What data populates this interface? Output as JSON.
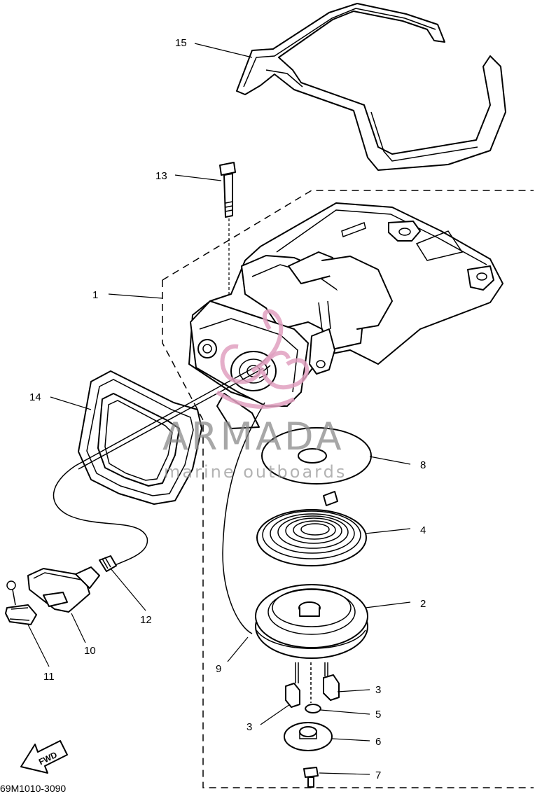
{
  "diagram": {
    "part_labels": [
      {
        "id": "p1",
        "text": "1"
      },
      {
        "id": "p2",
        "text": "2"
      },
      {
        "id": "p3a",
        "text": "3"
      },
      {
        "id": "p3b",
        "text": "3"
      },
      {
        "id": "p4",
        "text": "4"
      },
      {
        "id": "p5",
        "text": "5"
      },
      {
        "id": "p6",
        "text": "6"
      },
      {
        "id": "p7",
        "text": "7"
      },
      {
        "id": "p8",
        "text": "8"
      },
      {
        "id": "p9",
        "text": "9"
      },
      {
        "id": "p10",
        "text": "10"
      },
      {
        "id": "p11",
        "text": "11"
      },
      {
        "id": "p12",
        "text": "12"
      },
      {
        "id": "p13",
        "text": "13"
      },
      {
        "id": "p14",
        "text": "14"
      },
      {
        "id": "p15",
        "text": "15"
      }
    ],
    "diagram_code": "69M1010-3090",
    "fwd_label": "FWD"
  },
  "watermark": {
    "title": "ARMADA",
    "subtitle": "marine outboards",
    "logo_color": "#e0a0c0"
  }
}
